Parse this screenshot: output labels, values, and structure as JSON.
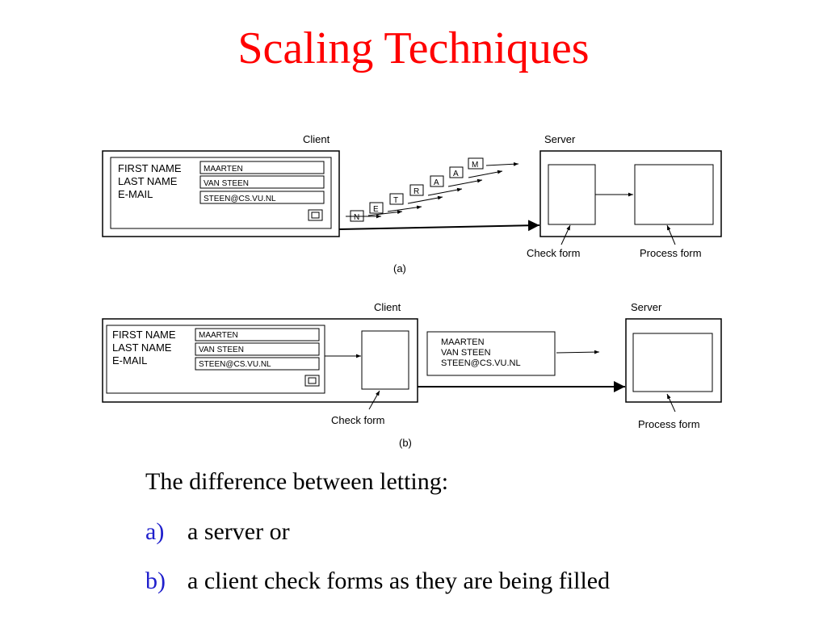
{
  "title": "Scaling Techniques",
  "diagram": {
    "a": {
      "client_label": "Client",
      "server_label": "Server",
      "caption": "(a)",
      "form": {
        "labels": [
          "FIRST NAME",
          "LAST NAME",
          "E-MAIL"
        ],
        "values": [
          "MAARTEN",
          "VAN STEEN",
          "STEEN@CS.VU.NL"
        ]
      },
      "letters": [
        "N",
        "E",
        "T",
        "R",
        "A",
        "A",
        "M"
      ],
      "check_form": "Check form",
      "process_form": "Process form"
    },
    "b": {
      "client_label": "Client",
      "server_label": "Server",
      "caption": "(b)",
      "form": {
        "labels": [
          "FIRST NAME",
          "LAST NAME",
          "E-MAIL"
        ],
        "values": [
          "MAARTEN",
          "VAN STEEN",
          "STEEN@CS.VU.NL"
        ]
      },
      "message": [
        "MAARTEN",
        "VAN STEEN",
        "STEEN@CS.VU.NL"
      ],
      "check_form": "Check form",
      "process_form": "Process form"
    }
  },
  "text": {
    "intro": "The difference between letting:",
    "items": [
      {
        "marker": "a)",
        "text": "a server or"
      },
      {
        "marker": "b)",
        "text": "a client check forms as they are being filled"
      }
    ]
  },
  "colors": {
    "title": "#ff0000",
    "marker": "#1f1fcc"
  }
}
